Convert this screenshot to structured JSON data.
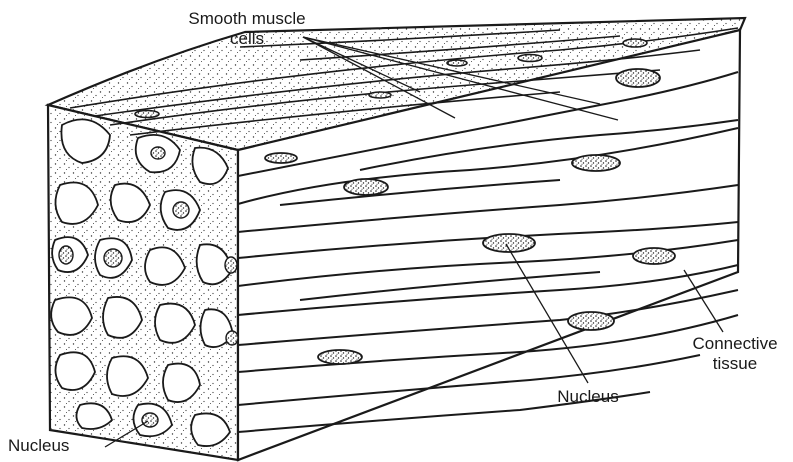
{
  "diagram": {
    "labels": {
      "smooth_muscle_line1": "Smooth muscle",
      "smooth_muscle_line2": "cells",
      "connective_line1": "Connective",
      "connective_line2": "tissue",
      "nucleus_side": "Nucleus",
      "nucleus_cross": "Nucleus"
    },
    "colors": {
      "ink": "#1a1a1a",
      "paper": "#ffffff"
    }
  }
}
